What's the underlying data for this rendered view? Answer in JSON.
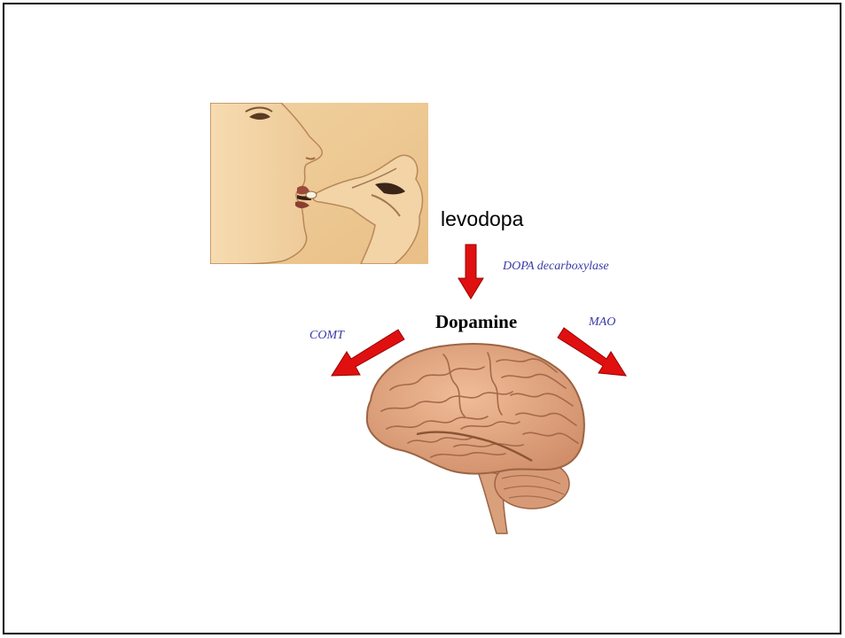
{
  "diagram": {
    "substrate_label": "levodopa",
    "product_label": "Dopamine",
    "enzymes": {
      "decarboxylase": "DOPA decarboxylase",
      "comt": "COMT",
      "mao": "MAO"
    },
    "arrow_color": "#e01010",
    "enzyme_text_color": "#3a3aa8",
    "photo_tint": "#f3d7a4",
    "brain_color": "#e3a884"
  }
}
